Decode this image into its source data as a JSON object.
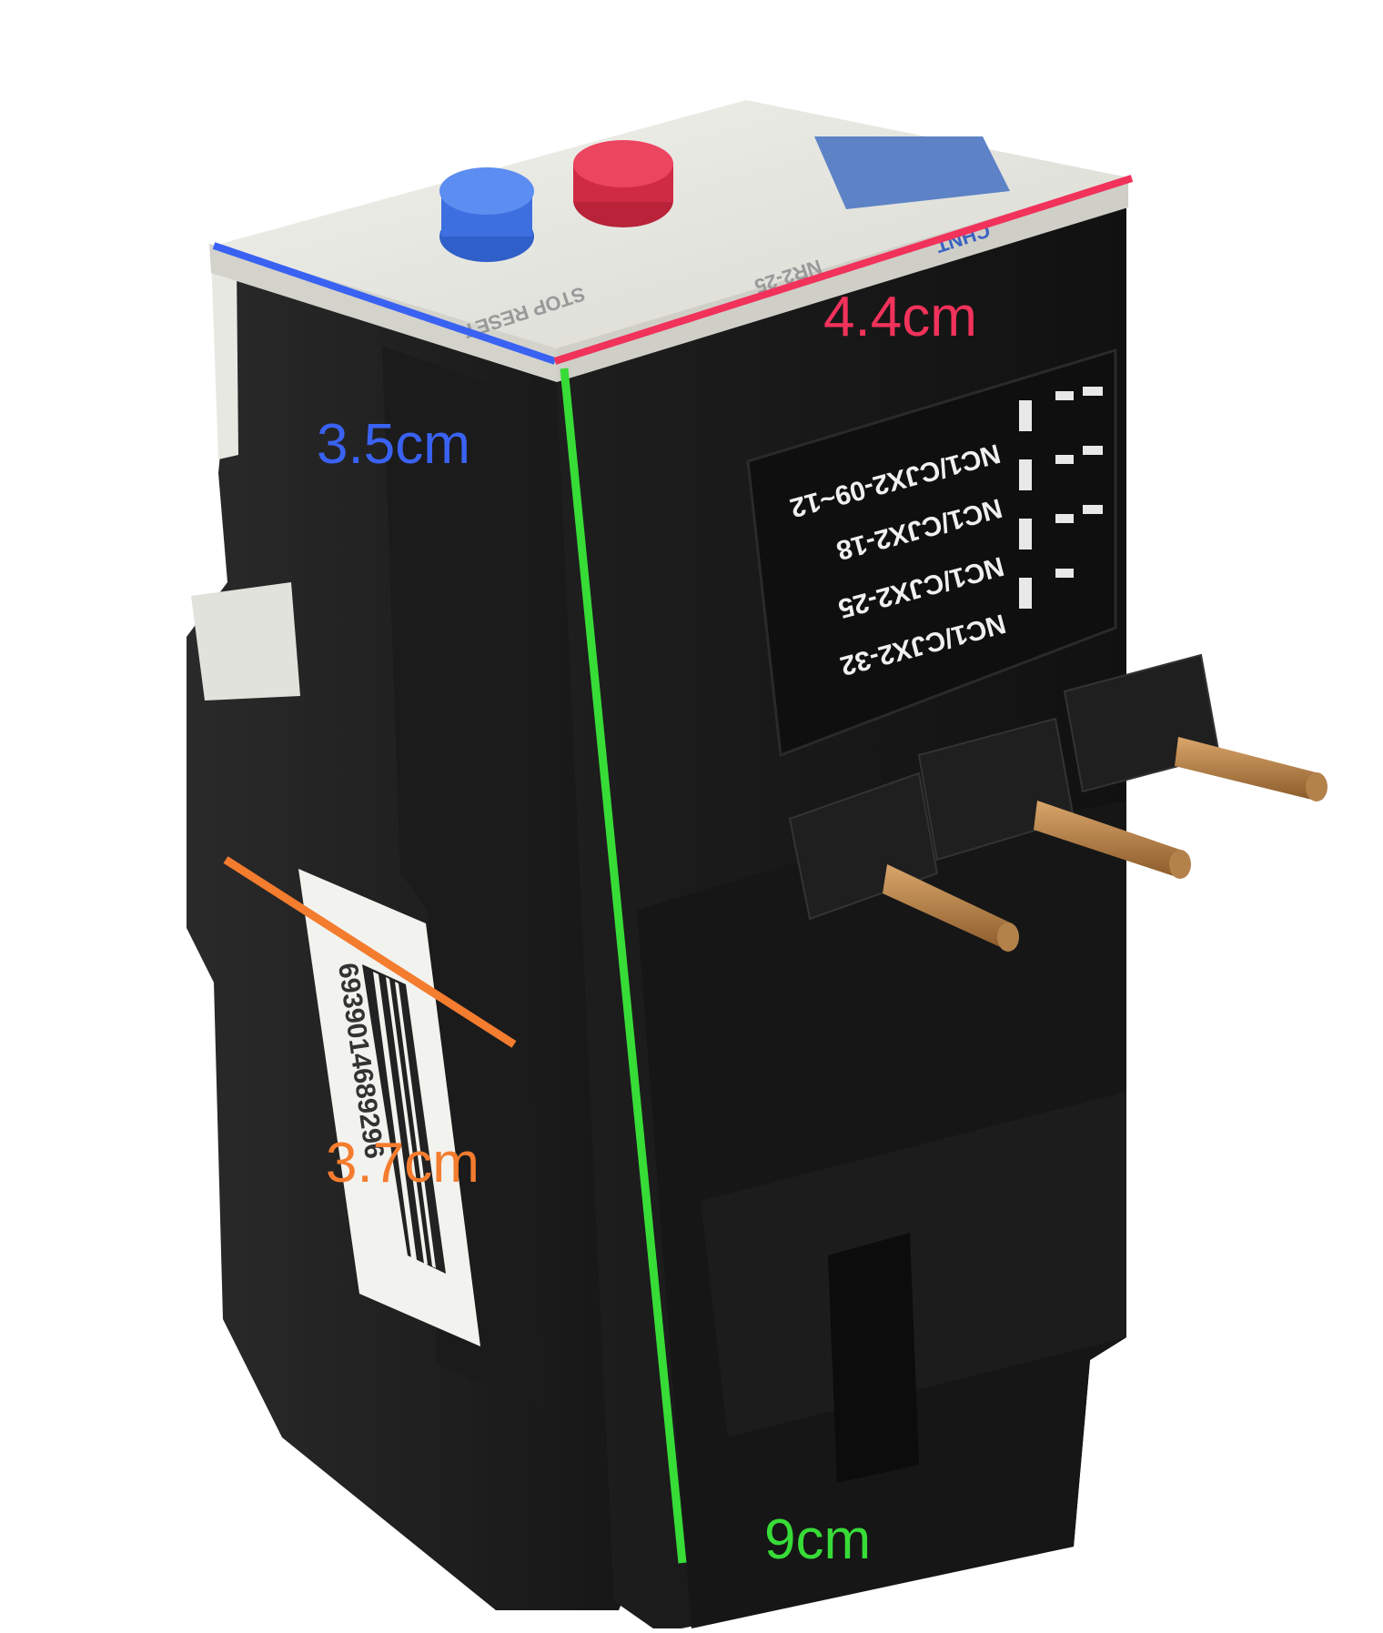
{
  "photo": {
    "subject": "thermal overload relay",
    "top_cover": {
      "model_text": "NR2-25",
      "button_text": "STOP RESET",
      "brand_text": "CHNT"
    },
    "compatibility_plate": {
      "lines": [
        "NC1/CJX2-09~12",
        "NC1/CJX2-18",
        "NC1/CJX2-25",
        "NC1/CJX2-32"
      ]
    },
    "barcode_label": "6939014689296"
  },
  "dimensions": [
    {
      "key": "depth",
      "label": "3.5cm",
      "color": "#3A62F2"
    },
    {
      "key": "width",
      "label": "4.4cm",
      "color": "#F1325A"
    },
    {
      "key": "side",
      "label": "3.7cm",
      "color": "#F47C2E"
    },
    {
      "key": "height",
      "label": "9cm",
      "color": "#37DC37"
    }
  ]
}
